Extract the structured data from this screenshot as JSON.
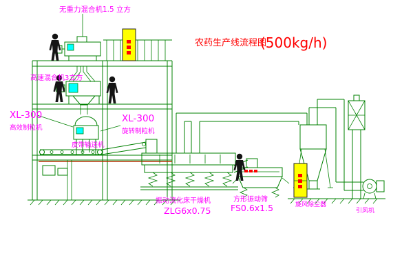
{
  "title": {
    "main": "农药生产线流程图",
    "capacity": "(500kg/h)"
  },
  "labels": {
    "gravity_mixer": "无重力混合机1.5 立方",
    "high_speed_mixer": "高速混合机3立方",
    "granulator_left_model": "XL-300",
    "granulator_left_name": "高效制粒机",
    "granulator_mid_model": "XL-300",
    "granulator_mid_name": "旋转制粒机",
    "belt_conveyor": "皮带输送机",
    "dryer_name": "振动流化床干燥机",
    "dryer_model": "ZLG6x0.75",
    "sieve_name": "方形振动筛",
    "sieve_model": "FS0.6x1.5",
    "cyclone": "旋风除尘器",
    "fan": "引风机"
  },
  "colors": {
    "background": "#ffffff",
    "line_green": "#008000",
    "label_magenta": "#ff00ff",
    "title_red": "#ff0000",
    "equipment_yellow": "#ffff00",
    "accent_cyan": "#00ffff",
    "figure_black": "#141414",
    "floor_red": "#b03000",
    "mark_red": "#ff0000"
  }
}
